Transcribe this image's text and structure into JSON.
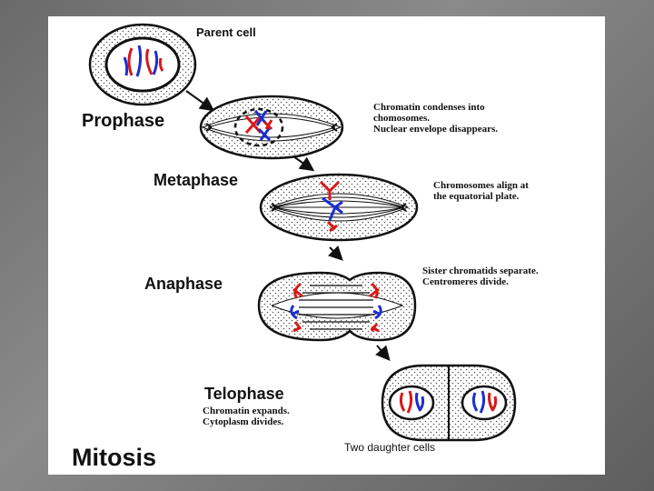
{
  "labels": {
    "parent_cell": "Parent cell",
    "prophase": "Prophase",
    "metaphase": "Metaphase",
    "anaphase": "Anaphase",
    "telophase": "Telophase",
    "mitosis": "Mitosis",
    "daughter_cells": "Two daughter cells"
  },
  "notes": {
    "prophase": [
      "Chromatin condenses into",
      "chomosomes.",
      "Nuclear envelope disappears."
    ],
    "metaphase": [
      "Chromosomes align at",
      "the equatorial plate."
    ],
    "anaphase": [
      "Sister chromatids separate.",
      "Centromeres divide."
    ],
    "telophase": [
      "Chromatin expands.",
      "Cytoplasm divides."
    ]
  },
  "colors": {
    "chromosome_red": "#d81818",
    "chromosome_blue": "#1a2fd0",
    "outline": "#111111"
  }
}
